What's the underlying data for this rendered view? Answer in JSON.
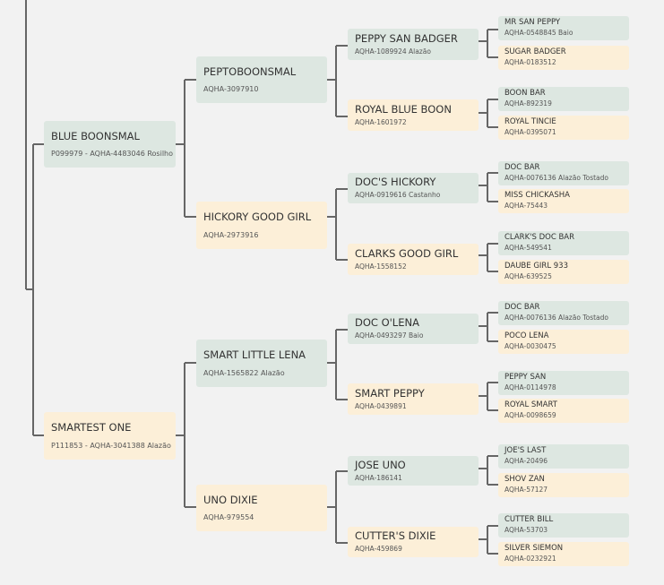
{
  "pedigree": {
    "sire": {
      "name": "BLUE BOONSMAL",
      "reg": "P099979 - AQHA-4483046 Rosilho"
    },
    "dam": {
      "name": "SMARTEST ONE",
      "reg": "P111853 - AQHA-3041388 Alazão"
    },
    "sire_sire": {
      "name": "PEPTOBOONSMAL",
      "reg": "AQHA-3097910"
    },
    "sire_dam": {
      "name": "HICKORY GOOD GIRL",
      "reg": "AQHA-2973916"
    },
    "dam_sire": {
      "name": "SMART LITTLE LENA",
      "reg": "AQHA-1565822 Alazão"
    },
    "dam_dam": {
      "name": "UNO DIXIE",
      "reg": "AQHA-979554"
    },
    "g3": [
      {
        "name": "PEPPY SAN BADGER",
        "reg": "AQHA-1089924 Alazão"
      },
      {
        "name": "ROYAL BLUE BOON",
        "reg": "AQHA-1601972"
      },
      {
        "name": "DOC'S HICKORY",
        "reg": "AQHA-0919616 Castanho"
      },
      {
        "name": "CLARKS GOOD GIRL",
        "reg": "AQHA-1558152"
      },
      {
        "name": "DOC O'LENA",
        "reg": "AQHA-0493297 Baio"
      },
      {
        "name": "SMART PEPPY",
        "reg": "AQHA-0439891"
      },
      {
        "name": "JOSE UNO",
        "reg": "AQHA-186141"
      },
      {
        "name": "CUTTER'S DIXIE",
        "reg": "AQHA-459869"
      }
    ],
    "g4": [
      {
        "name": "MR SAN PEPPY",
        "reg": "AQHA-0548845 Baio"
      },
      {
        "name": "SUGAR BADGER",
        "reg": "AQHA-0183512"
      },
      {
        "name": "BOON BAR",
        "reg": "AQHA-892319"
      },
      {
        "name": "ROYAL TINCIE",
        "reg": "AQHA-0395071"
      },
      {
        "name": "DOC BAR",
        "reg": "AQHA-0076136 Alazão Tostado"
      },
      {
        "name": "MISS CHICKASHA",
        "reg": "AQHA-75443"
      },
      {
        "name": "CLARK'S DOC BAR",
        "reg": "AQHA-549541"
      },
      {
        "name": "DAUBE GIRL 933",
        "reg": "AQHA-639525"
      },
      {
        "name": "DOC BAR",
        "reg": "AQHA-0076136 Alazão Tostado"
      },
      {
        "name": "POCO LENA",
        "reg": "AQHA-0030475"
      },
      {
        "name": "PEPPY SAN",
        "reg": "AQHA-0114978"
      },
      {
        "name": "ROYAL SMART",
        "reg": "AQHA-0098659"
      },
      {
        "name": "JOE'S LAST",
        "reg": "AQHA-20496"
      },
      {
        "name": "SHOV ZAN",
        "reg": "AQHA-57127"
      },
      {
        "name": "CUTTER BILL",
        "reg": "AQHA-53703"
      },
      {
        "name": "SILVER SIEMON",
        "reg": "AQHA-0232921"
      }
    ]
  },
  "colors": {
    "male": "#dde7e1",
    "female": "#fcefd8",
    "connector": "#666666",
    "background": "#f2f2f2"
  }
}
